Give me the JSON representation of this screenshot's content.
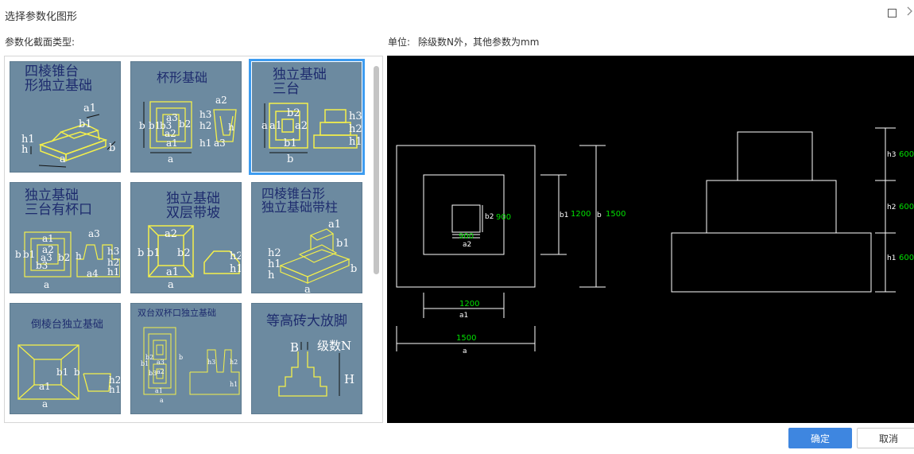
{
  "window": {
    "title": "选择参数化图形",
    "maximize_icon": "maximize-icon",
    "close_icon": "chevron-right-icon"
  },
  "labels": {
    "section_types": "参数化截面类型:",
    "units_label": "单位:",
    "units_desc": "除级数N外，其他参数为mm"
  },
  "gallery": {
    "selected_index": 2,
    "tiles": [
      {
        "caption_lines": [
          "四棱锥台",
          "形独立基础"
        ],
        "params": [
          "a1",
          "b1",
          "h1",
          "h",
          "a",
          "b"
        ]
      },
      {
        "caption_lines": [
          "杯形基础"
        ],
        "params": [
          "a3",
          "b3",
          "b2",
          "a2",
          "b1",
          "b",
          "a1",
          "a",
          "h3",
          "h2",
          "a2",
          "h1",
          "a3",
          "h"
        ]
      },
      {
        "caption_lines": [
          "独立基础",
          "三台"
        ],
        "params": [
          "b2",
          "a2",
          "a1",
          "b1",
          "a",
          "b",
          "h3",
          "h2",
          "h1"
        ]
      },
      {
        "caption_lines": [
          "独立基础",
          "三台有杯口"
        ],
        "params": [
          "a1",
          "a2",
          "a3",
          "b1",
          "b2",
          "b3",
          "b",
          "a",
          "a3",
          "h",
          "a4",
          "h3",
          "h2",
          "h1"
        ]
      },
      {
        "caption_lines": [
          "独立基础",
          "双层带坡"
        ],
        "params": [
          "a2",
          "b",
          "b1",
          "b2",
          "a1",
          "a",
          "h2",
          "h1"
        ]
      },
      {
        "caption_lines": [
          "四棱锥台形",
          "独立基础带柱"
        ],
        "params": [
          "a1",
          "b1",
          "h2",
          "h1",
          "h",
          "a",
          "b"
        ]
      },
      {
        "caption_lines": [
          "倒棱台独立基础"
        ],
        "params": [
          "b1",
          "a1",
          "a",
          "b",
          "h2",
          "h1"
        ]
      },
      {
        "caption_lines": [
          "双台双杯口独立基础"
        ],
        "params": [
          "a3",
          "b3",
          "a2",
          "b2",
          "a1",
          "b1",
          "b",
          "a",
          "h3",
          "h2",
          "h1"
        ]
      },
      {
        "caption_lines": [
          "等高砖大放脚"
        ],
        "params": [
          "B",
          "级数N",
          "H"
        ]
      }
    ]
  },
  "preview": {
    "plan": {
      "inner_width_value": "900",
      "inner_width_label": "a2",
      "inner_depth_value": "900",
      "inner_depth_label": "b2",
      "mid_width_value": "1200",
      "mid_width_label": "a1",
      "mid_depth_value": "1200",
      "mid_depth_label": "b1",
      "outer_width_value": "1500",
      "outer_width_label": "a",
      "outer_depth_value": "1500",
      "outer_depth_label": "b"
    },
    "elevation": {
      "h3_label": "h3",
      "h3_value": "600",
      "h2_label": "h2",
      "h2_value": "600",
      "h1_label": "h1",
      "h1_value": "600"
    },
    "colors": {
      "background": "#000000",
      "lines": "#ffffff",
      "values": "#00e000"
    }
  },
  "buttons": {
    "ok": "确定",
    "cancel": "取消"
  },
  "colors": {
    "accent": "#3e86e0",
    "tile_bg": "#6c8aa0",
    "tile_line": "#f4f04a",
    "tile_text": "#1e2c6e",
    "selection": "#3d9cf0"
  }
}
